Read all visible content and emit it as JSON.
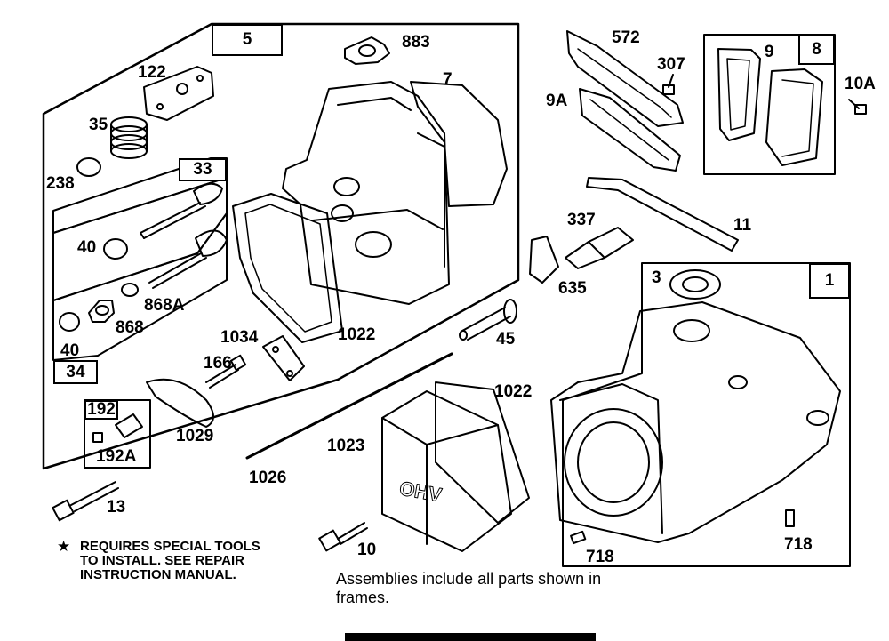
{
  "frame_labels": {
    "f5": "5",
    "f33": "33",
    "f34": "34",
    "f192": "192",
    "f8": "8",
    "f1": "1"
  },
  "part_labels": {
    "p883": "883",
    "p122": "122",
    "p7": "7",
    "p35": "35",
    "p238": "238",
    "p40a": "40",
    "p868a": "868A",
    "p868": "868",
    "p40b": "40",
    "p1034": "1034",
    "p1022a": "1022",
    "p166": "166",
    "p1029": "1029",
    "p192a": "192A",
    "p572": "572",
    "p307": "307",
    "p9a": "9A",
    "p9": "9",
    "p10a": "10A",
    "p337": "337",
    "p11": "11",
    "p635": "635",
    "p45": "45",
    "p3": "3",
    "p1022b": "1022",
    "p1023": "1023",
    "p1026": "1026",
    "p13": "13",
    "p10": "10",
    "p718a": "718",
    "p718b": "718"
  },
  "notes": {
    "star": "★",
    "special_tools_line1": "REQUIRES SPECIAL TOOLS",
    "special_tools_line2": "TO INSTALL.  SEE REPAIR",
    "special_tools_line3": "INSTRUCTION MANUAL.",
    "assemblies_line1": "Assemblies include all parts shown in",
    "assemblies_line2": "frames."
  }
}
